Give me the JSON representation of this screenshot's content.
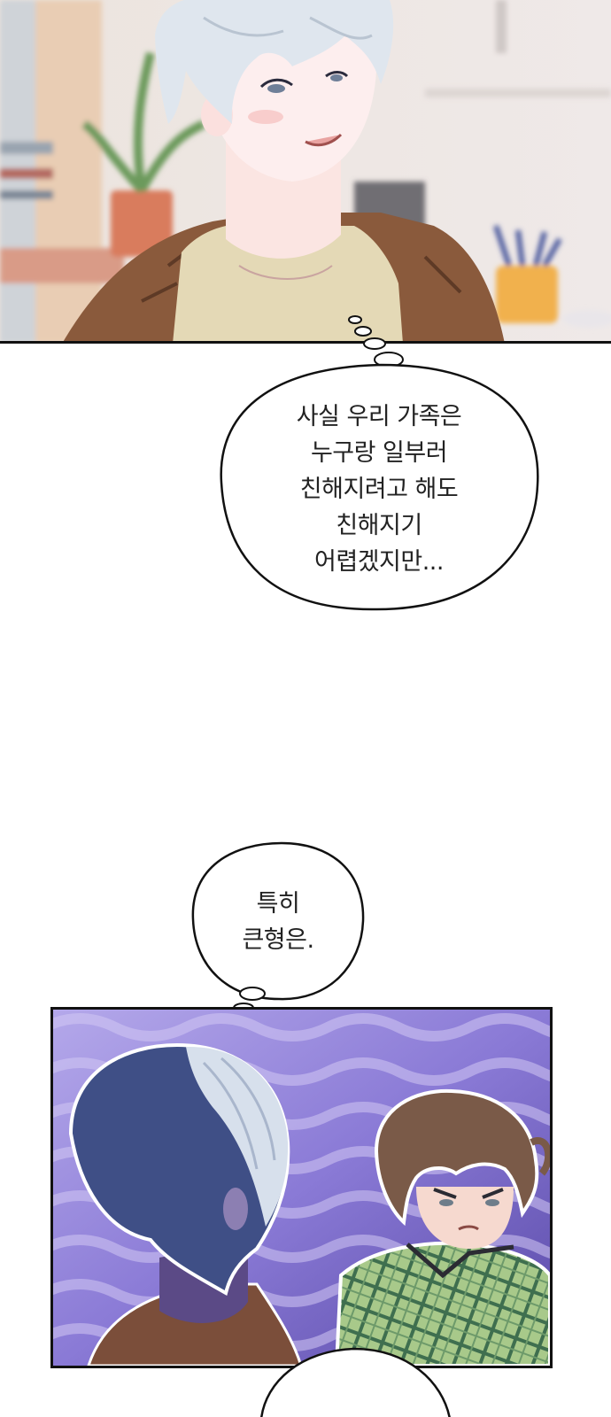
{
  "panels": {
    "top": {
      "scene": "seated-character-smiling"
    },
    "bottom": {
      "scene": "two-characters-tense-purple-background"
    }
  },
  "bubbles": {
    "thought_1": {
      "lines": [
        "사실 우리 가족은",
        "누구랑 일부러",
        "친해지려고 해도",
        "친해지기",
        "어렵겠지만..."
      ]
    },
    "thought_2": {
      "lines": [
        "특히",
        "큰형은."
      ]
    }
  },
  "colors": {
    "panel_border": "#111111",
    "bubble_fill": "#ffffff",
    "bubble_stroke": "#111111",
    "hair_silver": "#dfe6ee",
    "jacket_brown": "#8a5a3c",
    "shirt_beige": "#e4d9b6",
    "bg_purple": "#7d6fc9",
    "plaid_green": "#9cc17a",
    "hair_brown": "#7a5a48"
  }
}
